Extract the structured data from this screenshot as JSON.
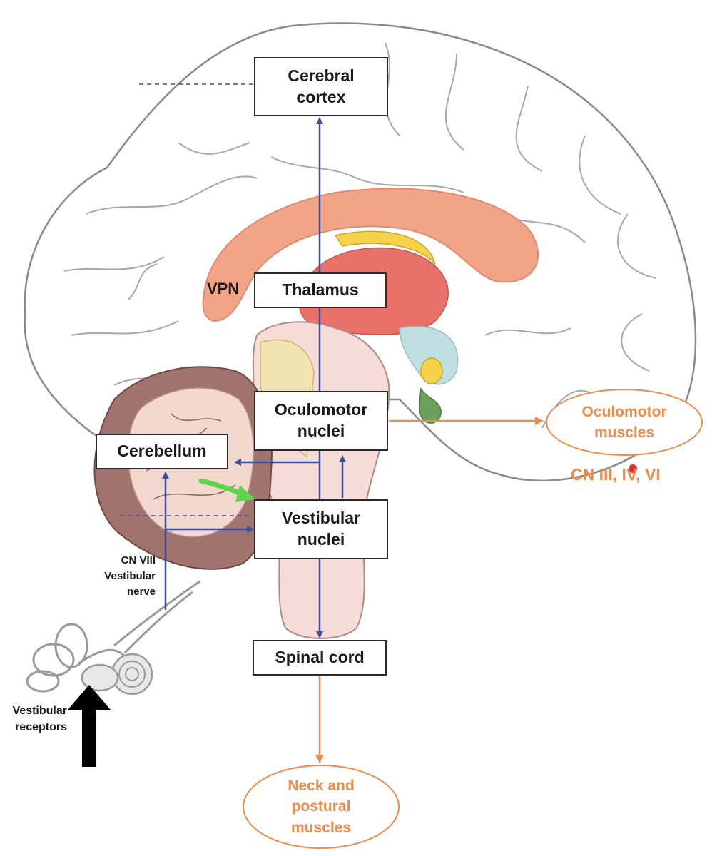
{
  "boxes": {
    "cerebral_cortex": [
      "Cerebral",
      "cortex"
    ],
    "thalamus": "Thalamus",
    "oculomotor_nuclei": [
      "Oculomotor",
      "nuclei"
    ],
    "cerebellum": "Cerebellum",
    "vestibular_nuclei": [
      "Vestibular",
      "nuclei"
    ],
    "spinal_cord": "Spinal cord"
  },
  "labels": {
    "vpn": "VPN",
    "cn_viii": [
      "CN VIII",
      "Vestibular",
      "nerve"
    ],
    "vestibular_receptors": [
      "Vestibular",
      "receptors"
    ],
    "cranial_nerves": "CN III, IV, VI"
  },
  "targets": {
    "oculomotor_muscles": [
      "Oculomotor",
      "muscles"
    ],
    "neck_postural_muscles": [
      "Neck and",
      "postural",
      "muscles"
    ]
  },
  "colors": {
    "pathway_blue": "#3a4fa0",
    "output_orange": "#f08a4b",
    "green_arrow": "#5fd34a",
    "brain_outline": "#8a8a8a",
    "corpus_callosum": "#f2a489",
    "thalamus_fill": "#e8716a",
    "cerebellum_fill": "#a0736e",
    "brainstem_fill": "#f6dcd9"
  }
}
